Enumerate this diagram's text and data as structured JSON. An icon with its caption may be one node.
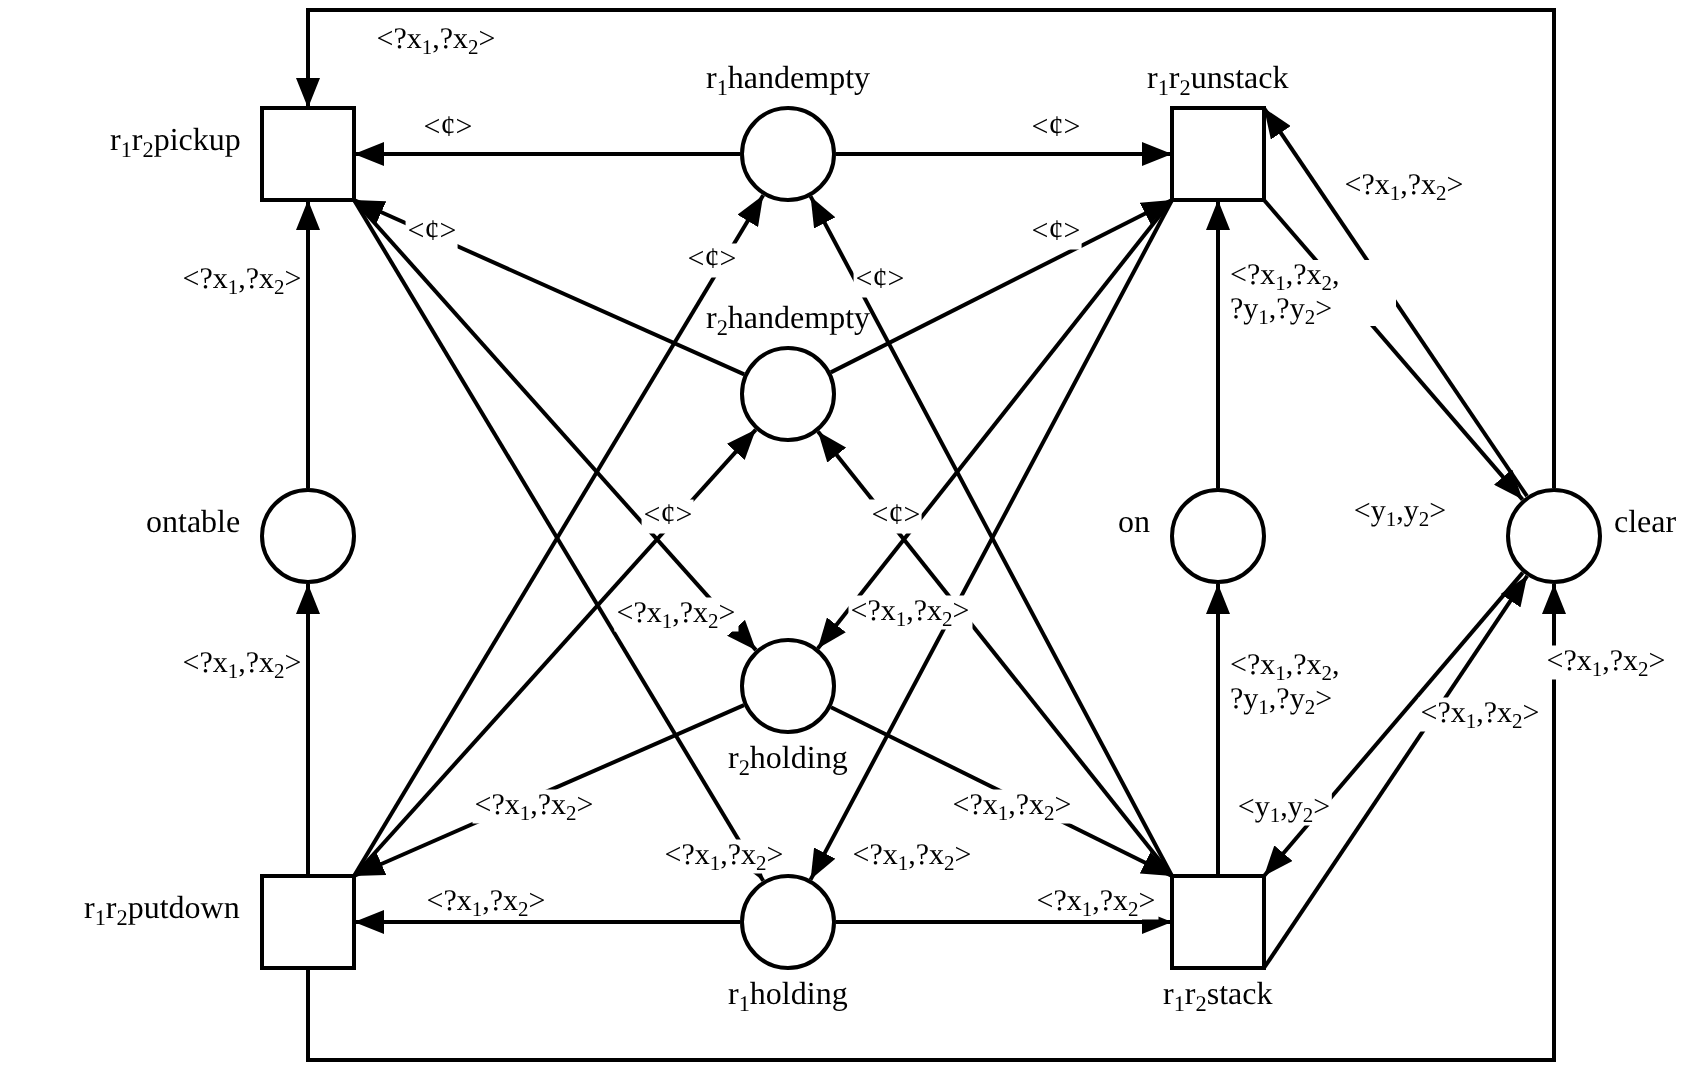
{
  "diagram": {
    "nodes": [
      {
        "text": [
          "r$_{1}$r$_{2}$pickup"
        ]
      },
      {
        "text": [
          "r$_{1}$handempty"
        ]
      },
      {
        "text": [
          "r$_{1}$r$_{2}$unstack"
        ]
      },
      {
        "text": [
          "r$_{2}$handempty"
        ]
      },
      {
        "text": [
          "ontable"
        ]
      },
      {
        "text": [
          "on"
        ]
      },
      {
        "text": [
          "clear"
        ]
      },
      {
        "text": [
          "r$_{2}$holding"
        ]
      },
      {
        "text": [
          "r$_{1}$r$_{2}$putdown"
        ]
      },
      {
        "text": [
          "r$_{1}$holding"
        ]
      },
      {
        "text": [
          "r$_{1}$r$_{2}$stack"
        ]
      }
    ],
    "edges": [
      {
        "from": 6,
        "to": 0,
        "arrow": "to",
        "label": "<?x$_{1}$,?x$_{2}$>"
      },
      {
        "from": 1,
        "to": 0,
        "arrow": "to",
        "label": "<¢>"
      },
      {
        "from": 1,
        "to": 2,
        "arrow": "to",
        "label": "<¢>"
      },
      {
        "from": 3,
        "to": 0,
        "arrow": "to",
        "label": "<¢>"
      },
      {
        "from": 3,
        "to": 2,
        "arrow": "to",
        "label": "<¢>"
      },
      {
        "from": 4,
        "to": 0,
        "arrow": "to",
        "label": "<?x$_{1}$,?x$_{2}$>"
      },
      {
        "from": 8,
        "to": 1,
        "arrow": "to",
        "label": "<¢>"
      },
      {
        "from": 10,
        "to": 1,
        "arrow": "to",
        "label": "<¢>"
      },
      {
        "from": 8,
        "to": 3,
        "arrow": "to",
        "label": "<¢>"
      },
      {
        "from": 10,
        "to": 3,
        "arrow": "to",
        "label": "<¢>"
      },
      {
        "from": 5,
        "to": 2,
        "arrow": "to",
        "label": "<?x$_{1}$,?x$_{2}$, ?y$_{1}$,?y$_{2}$>"
      },
      {
        "from": 2,
        "to": 6,
        "arrow": "to",
        "label": "<y$_{1}$,y$_{2}$>"
      },
      {
        "from": 6,
        "to": 2,
        "arrow": "to",
        "label": "<?x$_{1}$,?x$_{2}$>"
      },
      {
        "from": 0,
        "to": 7,
        "arrow": "to",
        "label": "<?x$_{1}$,?x$_{2}$>"
      },
      {
        "from": 2,
        "to": 7,
        "arrow": "to",
        "label": "<?x$_{1}$,?x$_{2}$>"
      },
      {
        "from": 0,
        "to": 9,
        "arrow": "to",
        "label": "<?x$_{1}$,?x$_{2}$>"
      },
      {
        "from": 2,
        "to": 9,
        "arrow": "to",
        "label": "<?x$_{1}$,?x$_{2}$>"
      },
      {
        "from": 8,
        "to": 4,
        "arrow": "to",
        "label": "<?x$_{1}$,?x$_{2}$>"
      },
      {
        "from": 10,
        "to": 5,
        "arrow": "to",
        "label": "<?x$_{1}$,?x$_{2}$, ?y$_{1}$,?y$_{2}$>"
      },
      {
        "from": 6,
        "to": 10,
        "arrow": "to",
        "label": "<y$_{1}$,y$_{2}$>"
      },
      {
        "from": 10,
        "to": 6,
        "arrow": "to",
        "label": "<?x$_{1}$,?x$_{2}$>"
      },
      {
        "from": 8,
        "to": 6,
        "arrow": "to",
        "label": "<?x$_{1}$,?x$_{2}$>"
      },
      {
        "from": 7,
        "to": 8,
        "arrow": "to",
        "label": "<?x$_{1}$,?x$_{2}$>"
      },
      {
        "from": 7,
        "to": 10,
        "arrow": "to",
        "label": "<?x$_{1}$,?x$_{2}$>"
      },
      {
        "from": 9,
        "to": 8,
        "arrow": "to",
        "label": "<?x$_{1}$,?x$_{2}$>"
      },
      {
        "from": 9,
        "to": 10,
        "arrow": "to",
        "label": "<?x$_{1}$,?x$_{2}$>"
      }
    ]
  }
}
